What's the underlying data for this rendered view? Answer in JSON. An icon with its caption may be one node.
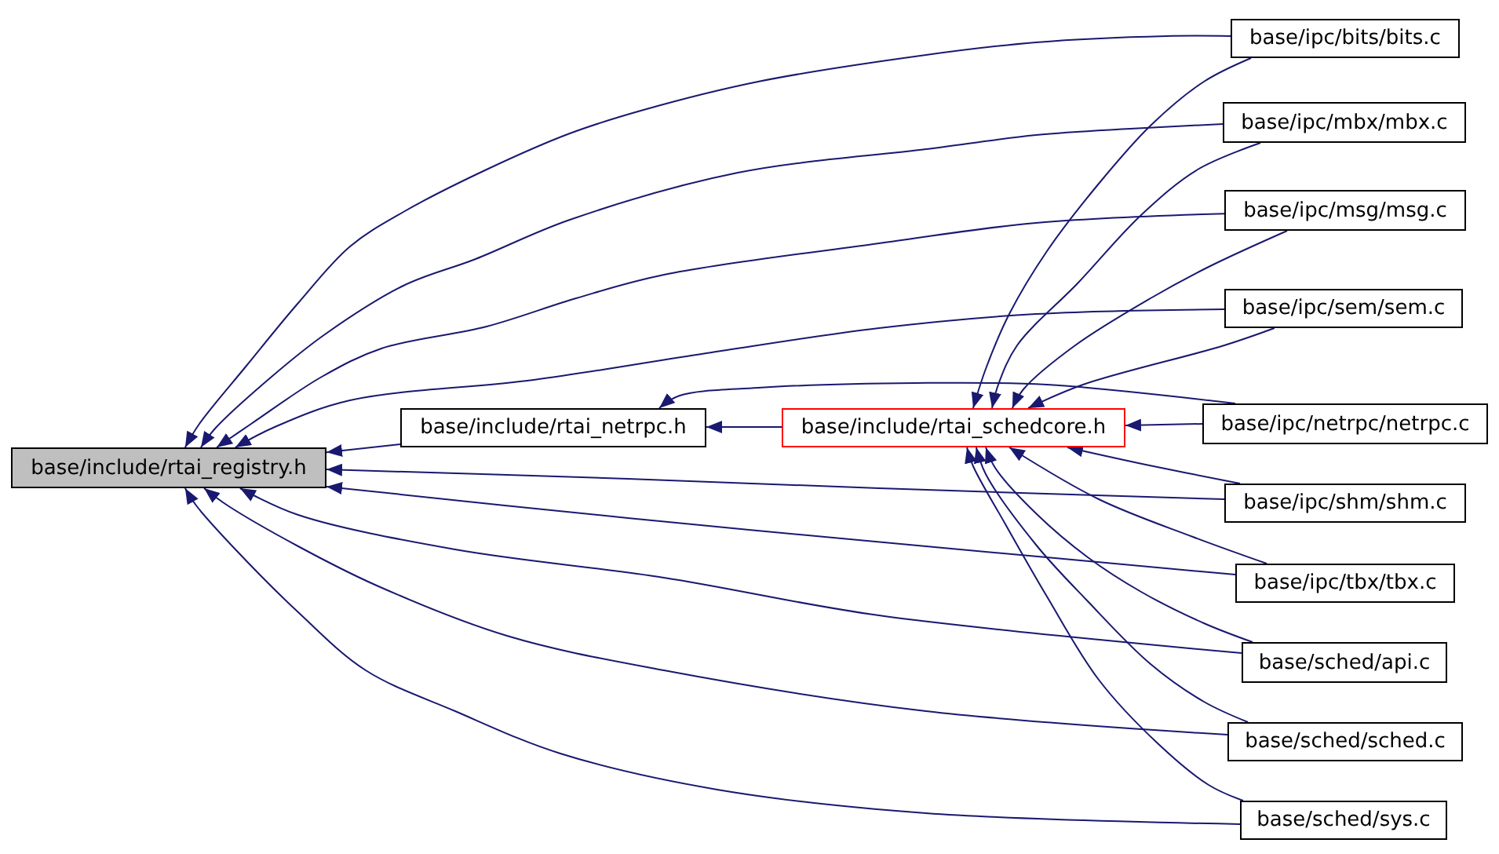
{
  "diagram": {
    "nodes": [
      {
        "text": [
          "base/include/rtai_registry.h"
        ]
      },
      {
        "text": [
          "base/include/rtai_netrpc.h"
        ]
      },
      {
        "text": [
          "base/include/rtai_schedcore.h"
        ]
      },
      {
        "text": [
          "base/ipc/bits/bits.c"
        ]
      },
      {
        "text": [
          "base/ipc/mbx/mbx.c"
        ]
      },
      {
        "text": [
          "base/ipc/msg/msg.c"
        ]
      },
      {
        "text": [
          "base/ipc/sem/sem.c"
        ]
      },
      {
        "text": [
          "base/ipc/netrpc/netrpc.c"
        ]
      },
      {
        "text": [
          "base/ipc/shm/shm.c"
        ]
      },
      {
        "text": [
          "base/ipc/tbx/tbx.c"
        ]
      },
      {
        "text": [
          "base/sched/api.c"
        ]
      },
      {
        "text": [
          "base/sched/sched.c"
        ]
      },
      {
        "text": [
          "base/sched/sys.c"
        ]
      }
    ],
    "edges": [
      {
        "from": 1,
        "to": 0,
        "arrow": "to"
      },
      {
        "from": 3,
        "to": 0,
        "arrow": "to"
      },
      {
        "from": 4,
        "to": 0,
        "arrow": "to"
      },
      {
        "from": 5,
        "to": 0,
        "arrow": "to"
      },
      {
        "from": 6,
        "to": 0,
        "arrow": "to"
      },
      {
        "from": 7,
        "to": 1,
        "arrow": "to"
      },
      {
        "from": 8,
        "to": 0,
        "arrow": "to"
      },
      {
        "from": 9,
        "to": 0,
        "arrow": "to"
      },
      {
        "from": 10,
        "to": 0,
        "arrow": "to"
      },
      {
        "from": 11,
        "to": 0,
        "arrow": "to"
      },
      {
        "from": 12,
        "to": 0,
        "arrow": "to"
      },
      {
        "from": 2,
        "to": 1,
        "arrow": "to"
      },
      {
        "from": 3,
        "to": 2,
        "arrow": "to"
      },
      {
        "from": 4,
        "to": 2,
        "arrow": "to"
      },
      {
        "from": 5,
        "to": 2,
        "arrow": "to"
      },
      {
        "from": 6,
        "to": 2,
        "arrow": "to"
      },
      {
        "from": 7,
        "to": 2,
        "arrow": "to"
      },
      {
        "from": 8,
        "to": 2,
        "arrow": "to"
      },
      {
        "from": 9,
        "to": 2,
        "arrow": "to"
      },
      {
        "from": 10,
        "to": 2,
        "arrow": "to"
      },
      {
        "from": 11,
        "to": 2,
        "arrow": "to"
      },
      {
        "from": 12,
        "to": 2,
        "arrow": "to"
      }
    ]
  }
}
